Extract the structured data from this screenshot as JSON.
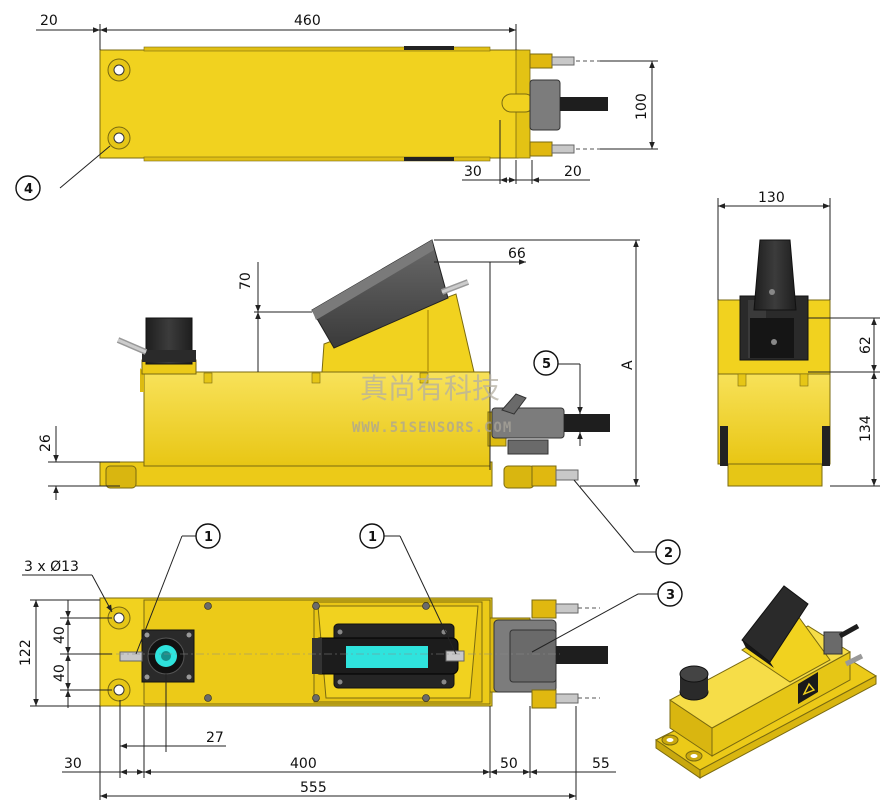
{
  "colors": {
    "body": "#f1d21f",
    "body_dark": "#d4b110",
    "body_light": "#f8e25a",
    "dark_part": "#2a2a2a",
    "pedal_grey": "#505050",
    "connector_grey": "#7c7c7c",
    "display_cyan": "#2fe3dd",
    "dimension_line": "#222222"
  },
  "dimensions": {
    "top_20_left": "20",
    "top_460": "460",
    "top_100": "100",
    "top_30": "30",
    "top_20_right": "20",
    "side_70": "70",
    "side_66": "66",
    "side_A": "A",
    "side_26": "26",
    "end_130": "130",
    "end_62": "62",
    "end_134": "134",
    "bottom_hole_callout": "3 x Ø13",
    "bottom_122": "122",
    "bottom_40_upper": "40",
    "bottom_40_lower": "40",
    "bottom_27": "27",
    "bottom_30": "30",
    "bottom_400": "400",
    "bottom_50": "50",
    "bottom_55": "55",
    "bottom_555": "555"
  },
  "balloons": {
    "b1_left": "1",
    "b1_right": "1",
    "b2": "2",
    "b3": "3",
    "b4": "4",
    "b5": "5"
  },
  "watermark": {
    "chinese": "真尚有科技",
    "url": "WWW.51SENSORS.COM"
  },
  "icons": [
    "warning-triangle-icon"
  ]
}
